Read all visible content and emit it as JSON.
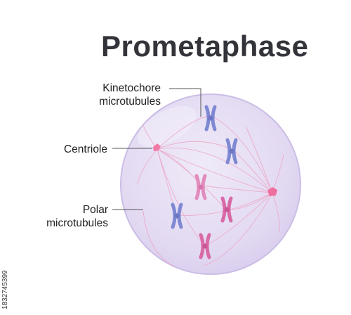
{
  "title": "Prometaphase",
  "labels": {
    "kinetochore": [
      "Kinetochore",
      "microtubules"
    ],
    "centriole": "Centriole",
    "polar": [
      "Polar",
      "microtubules"
    ]
  },
  "credit": "1832745399",
  "colors": {
    "cell_fill": "#e4dcf2",
    "cell_stroke": "#cabce6",
    "chromosome_blue": "#7f88d2",
    "chromosome_pink": "#e28bbd",
    "chromosome_magenta": "#d96aa8",
    "fiber": "#eca7c6",
    "centriole": "#f07ca8",
    "title": "#33343a",
    "leader_line": "#555555"
  },
  "chromosomes": [
    {
      "id": "chromosome-1",
      "color": "blue"
    },
    {
      "id": "chromosome-2",
      "color": "blue"
    },
    {
      "id": "chromosome-3",
      "color": "pink"
    },
    {
      "id": "chromosome-4",
      "color": "blue"
    },
    {
      "id": "chromosome-5",
      "color": "magenta"
    },
    {
      "id": "chromosome-6",
      "color": "magenta"
    }
  ]
}
